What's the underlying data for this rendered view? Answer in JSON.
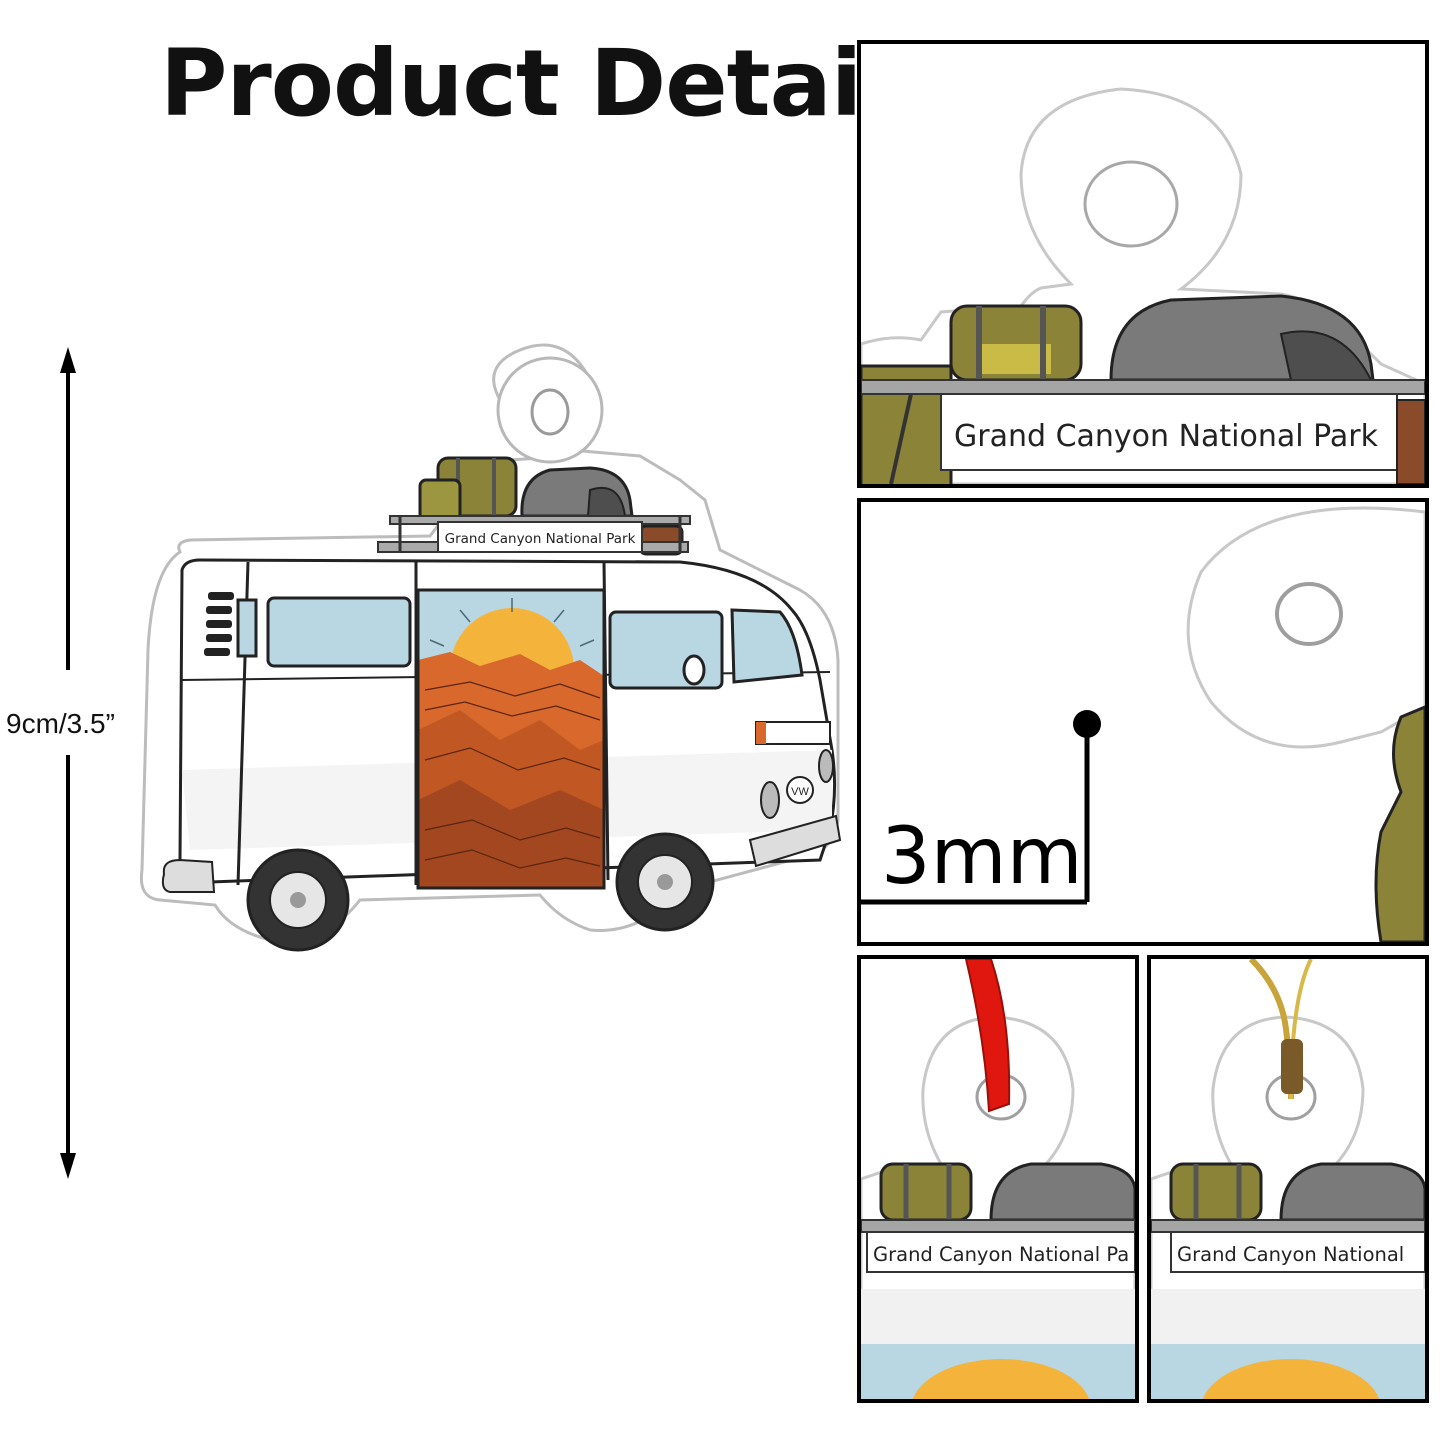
{
  "header": {
    "title": "Product Detail"
  },
  "dimension": {
    "height_label": "9cm/3.5”"
  },
  "ornament": {
    "sign_text": "Grand Canyon National Park",
    "badge": "VW"
  },
  "detail_panels": {
    "sign_closeup": "Grand Canyon National Park",
    "thickness_label": "3mm",
    "ribbon_sign": "Grand Canyon National Pa",
    "gold_string_sign": "Grand Canyon National"
  },
  "colors": {
    "sky": "#b9d6e3",
    "sun": "#f4b33b",
    "canyon": "#d8682b",
    "canyon_dark": "#a34720",
    "bag_olive": "#8a8338",
    "bag_grey": "#7a7a7a",
    "ribbon_red": "#e0170f",
    "gold_string": "#c9a43a"
  },
  "icons": [
    "arrow-up-icon",
    "arrow-down-icon",
    "hole-ring-icon",
    "sun-icon"
  ]
}
